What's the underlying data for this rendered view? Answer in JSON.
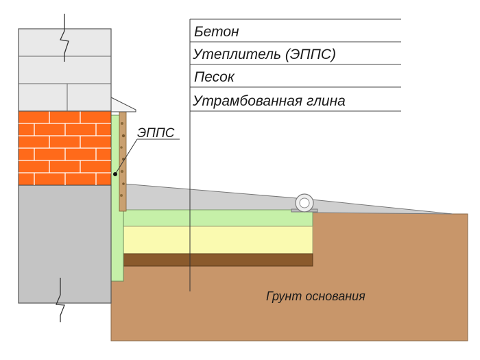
{
  "legend": {
    "items": [
      {
        "label": "Бетон"
      },
      {
        "label": "Утеплитель (ЭППС)"
      },
      {
        "label": "Песок"
      },
      {
        "label": "Утрамбованная глина"
      }
    ]
  },
  "annotations": {
    "epps_label": "ЭППС",
    "ground_label": "Грунт основания"
  },
  "colors": {
    "ground": "#c8966a",
    "concrete": "#cfcfcf",
    "insulation": "#c6f0a8",
    "sand": "#fafab0",
    "clay": "#8a5a2c",
    "brick": "#ff6a1a",
    "block": "#e9e9e9",
    "plinth": "#c4c4c4",
    "stroke": "#555555"
  },
  "icons": {
    "drain_pipe": "drain-pipe-icon",
    "wall_break": "break-line-icon"
  }
}
